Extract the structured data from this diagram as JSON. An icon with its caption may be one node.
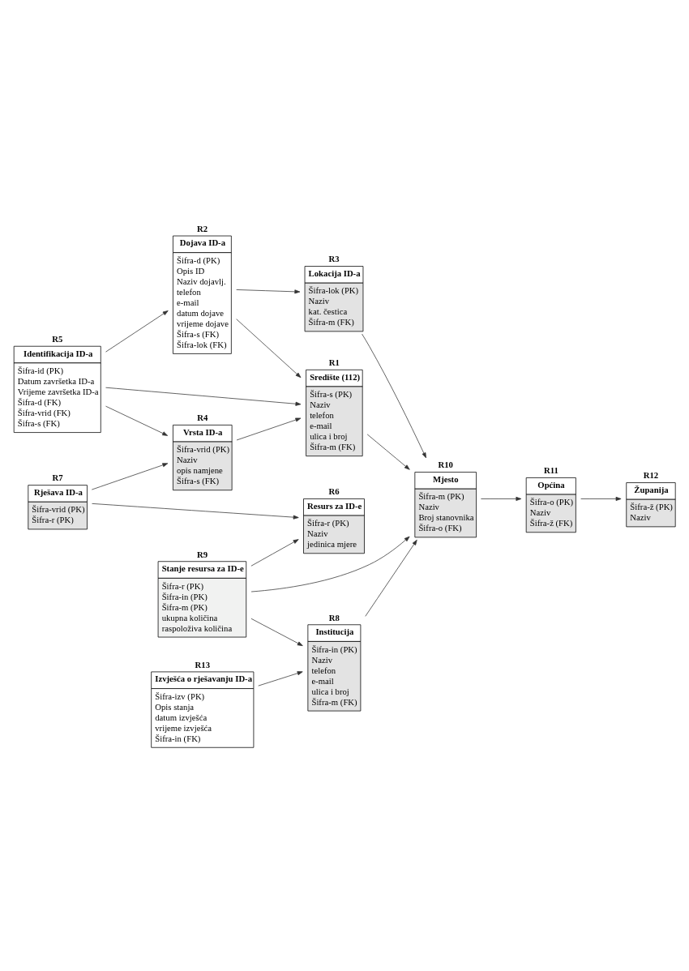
{
  "diagram": {
    "nodes": [
      {
        "text": [
          "R4",
          "Vrsta ID-a",
          "Šifra-vrid (PK)",
          "Naziv",
          "opis namjene",
          "Šifra-s (FK)"
        ]
      },
      {
        "text": [
          "R1",
          "Središte (112)",
          "Šifra-s (PK)",
          "Naziv",
          "telefon",
          "e-mail",
          "ulica i broj",
          "Šifra-m (FK)"
        ]
      },
      {
        "text": [
          "R2",
          "Dojava ID-a",
          "Šifra-d (PK)",
          "Opis ID",
          "Naziv dojavlj.",
          "telefon",
          "e-mail",
          "datum dojave",
          "vrijeme dojave",
          "Šifra-s (FK)",
          "Šifra-lok (FK)"
        ]
      },
      {
        "text": [
          "R5",
          "Identifikacija ID-a",
          "Šifra-id (PK)",
          "Datum završetka ID-a",
          "Vrijeme završetka ID-a",
          "Šifra-d (FK)",
          "Šifra-vrid (FK)",
          "Šifra-s (FK)"
        ]
      },
      {
        "text": [
          "R3",
          "Lokacija ID-a",
          "Šifra-lok (PK)",
          "Naziv",
          "kat. čestica",
          "Šifra-m (FK)"
        ]
      },
      {
        "text": [
          "R7",
          "Rješava ID-a",
          "Šifra-vrid (PK)",
          "Šifra-r (PK)"
        ]
      },
      {
        "text": [
          "R6",
          "Resurs za ID-e",
          "Šifra-r (PK)",
          "Naziv",
          "jedinica mjere"
        ]
      },
      {
        "text": [
          "R10",
          "Mjesto",
          "Šifra-m (PK)",
          "Naziv",
          "Broj stanovnika",
          "Šifra-o (FK)"
        ]
      },
      {
        "text": [
          "R8",
          "Institucija",
          "Šifra-in (PK)",
          "Naziv",
          "telefon",
          "e-mail",
          "ulica i broj",
          "Šifra-m (FK)"
        ]
      },
      {
        "text": [
          "R9",
          "Stanje resursa za ID-e",
          "Šifra-r (PK)",
          "Šifra-in (PK)",
          "Šifra-m (PK)",
          "ukupna količina",
          "raspoloživa količina"
        ]
      },
      {
        "text": [
          "R11",
          "Općina",
          "Šifra-o (PK)",
          "Naziv",
          "Šifra-ž (FK)"
        ]
      },
      {
        "text": [
          "R13",
          "Izvješća o rješavanju ID-a",
          "Šifra-izv (PK)",
          "Opis stanja",
          "datum izvješća",
          "vrijeme izvješća",
          "Šifra-in (FK)"
        ]
      },
      {
        "text": [
          "R12",
          "Županija",
          "Šifra-ž (PK)",
          "Naziv"
        ]
      }
    ],
    "edges": [
      {
        "from": 0,
        "to": 1,
        "arrow": "to"
      },
      {
        "from": 3,
        "to": 0,
        "arrow": "to"
      },
      {
        "from": 3,
        "to": 2,
        "arrow": "to"
      },
      {
        "from": 3,
        "to": 1,
        "arrow": "to"
      },
      {
        "from": 2,
        "to": 1,
        "arrow": "to"
      },
      {
        "from": 1,
        "to": 7,
        "arrow": "to"
      },
      {
        "from": 2,
        "to": 4,
        "arrow": "to"
      },
      {
        "from": 4,
        "to": 7,
        "arrow": "to"
      },
      {
        "from": 7,
        "to": 10,
        "arrow": "to"
      },
      {
        "from": 10,
        "to": 12,
        "arrow": "to"
      },
      {
        "from": 5,
        "to": 0,
        "arrow": "to"
      },
      {
        "from": 5,
        "to": 6,
        "arrow": "to"
      },
      {
        "from": 9,
        "to": 6,
        "arrow": "to"
      },
      {
        "from": 9,
        "to": 8,
        "arrow": "to"
      },
      {
        "from": 9,
        "to": 7,
        "arrow": "to"
      },
      {
        "from": 8,
        "to": 7,
        "arrow": "to"
      },
      {
        "from": 11,
        "to": 8,
        "arrow": "to"
      }
    ]
  }
}
